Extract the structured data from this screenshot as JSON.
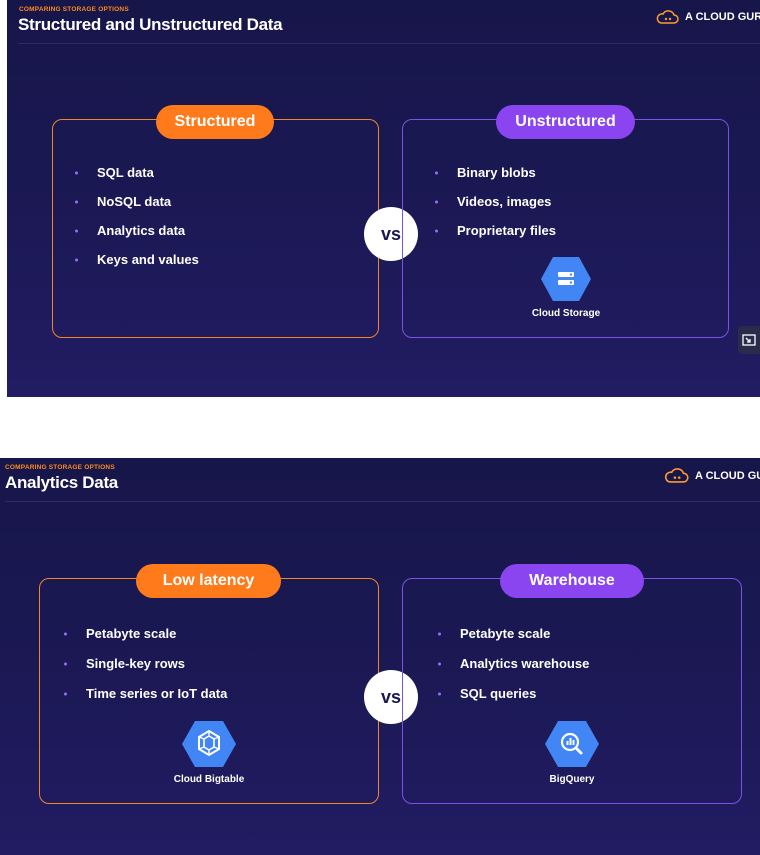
{
  "slides": [
    {
      "kicker": "COMPARING STORAGE OPTIONS",
      "title": "Structured and Unstructured Data",
      "brand": "A CLOUD GURU",
      "vs": "vs",
      "left": {
        "heading": "Structured",
        "items": [
          "SQL data",
          "NoSQL data",
          "Analytics data",
          "Keys and values"
        ]
      },
      "right": {
        "heading": "Unstructured",
        "items": [
          "Binary blobs",
          "Videos, images",
          "Proprietary files"
        ],
        "service": {
          "label": "Cloud Storage",
          "icon": "cloud-storage-icon"
        }
      }
    },
    {
      "kicker": "COMPARING STORAGE OPTIONS",
      "title": "Analytics Data",
      "brand": "A CLOUD GURU",
      "vs": "vs",
      "left": {
        "heading": "Low latency",
        "items": [
          "Petabyte scale",
          "Single-key rows",
          "Time series or IoT data"
        ],
        "service": {
          "label": "Cloud Bigtable",
          "icon": "cloud-bigtable-icon"
        }
      },
      "right": {
        "heading": "Warehouse",
        "items": [
          "Petabyte scale",
          "Analytics warehouse",
          "SQL queries"
        ],
        "service": {
          "label": "BigQuery",
          "icon": "bigquery-icon"
        }
      }
    }
  ],
  "colors": {
    "accent_orange": "#ff7a1a",
    "accent_purple": "#8a44f0",
    "background": "#1a1852",
    "google_blue": "#4285f4"
  }
}
